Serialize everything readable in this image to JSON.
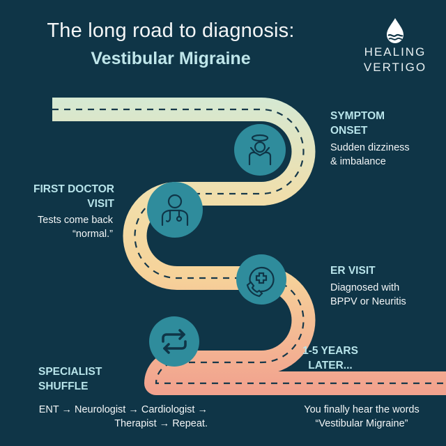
{
  "title": {
    "line1": "The long road to diagnosis:",
    "line2": "Vestibular Migraine"
  },
  "logo": {
    "line1": "HEALING",
    "line2": "VERTIGO",
    "icon": "water-drop-wave-icon"
  },
  "stages": {
    "symptom_onset": {
      "heading_line1": "SYMPTOM",
      "heading_line2": "ONSET",
      "desc_line1": "Sudden dizziness",
      "desc_line2": "& imbalance",
      "icon": "dizzy-person-icon"
    },
    "first_doctor": {
      "heading_line1": "FIRST DOCTOR",
      "heading_line2": "VISIT",
      "desc_line1": "Tests come back",
      "desc_line2": "“normal.”",
      "icon": "doctor-icon"
    },
    "er_visit": {
      "heading_line1": "ER VISIT",
      "desc_line1": "Diagnosed with",
      "desc_line2": "BPPV or Neuritis",
      "icon": "emergency-phone-icon"
    },
    "specialist": {
      "heading_line1": "SPECIALIST",
      "heading_line2": "SHUFFLE",
      "desc_line1": "ENT → Neurologist → Cardiologist →",
      "desc_line2": "Therapist → Repeat.",
      "icon": "repeat-arrows-icon"
    },
    "later": {
      "heading_line1": "1-5 YEARS",
      "heading_line2": "LATER...",
      "desc_line1": "You finally hear the words",
      "desc_line2": "“Vestibular Migraine”"
    }
  },
  "colors": {
    "background": "#0f3547",
    "road_start": "#d5e9d3",
    "road_mid": "#f3d99a",
    "road_end": "#f2a28e",
    "circle": "#2f8c9c",
    "heading": "#b8e4ea"
  }
}
